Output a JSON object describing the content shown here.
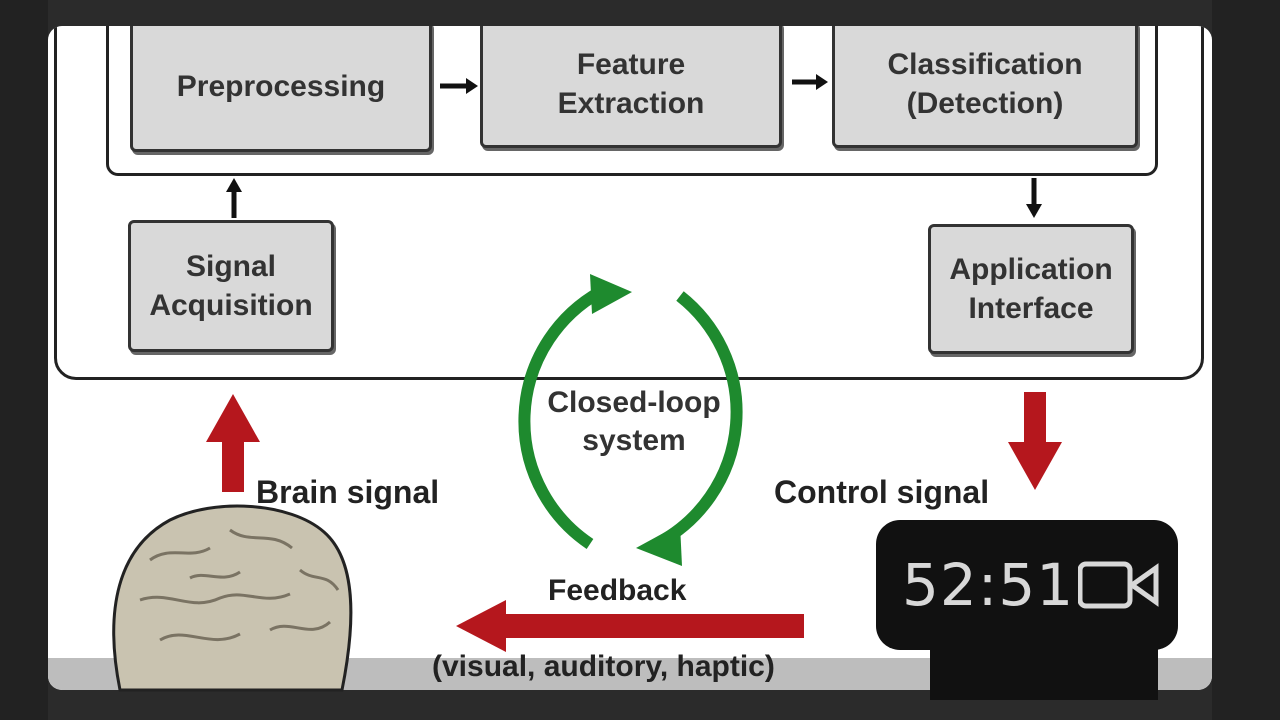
{
  "diagram": {
    "blocks": {
      "preprocessing": "Preprocessing",
      "feature_extraction": [
        "Feature",
        "Extraction"
      ],
      "classification": [
        "Classification",
        "(Detection)"
      ],
      "signal_acquisition": [
        "Signal",
        "Acquisition"
      ],
      "application_interface": [
        "Application",
        "Interface"
      ]
    },
    "loop_label": [
      "Closed-loop",
      "system"
    ],
    "brain_signal": "Brain signal",
    "control_signal": "Control signal",
    "feedback": "Feedback",
    "feedback_types": "(visual, auditory, haptic)"
  },
  "overlay": {
    "timer": "52:51",
    "icon": "video-camera-icon"
  },
  "colors": {
    "red_arrow": "#b5171d",
    "green_loop": "#1e8a2e",
    "block_fill": "#d9d9d9"
  }
}
